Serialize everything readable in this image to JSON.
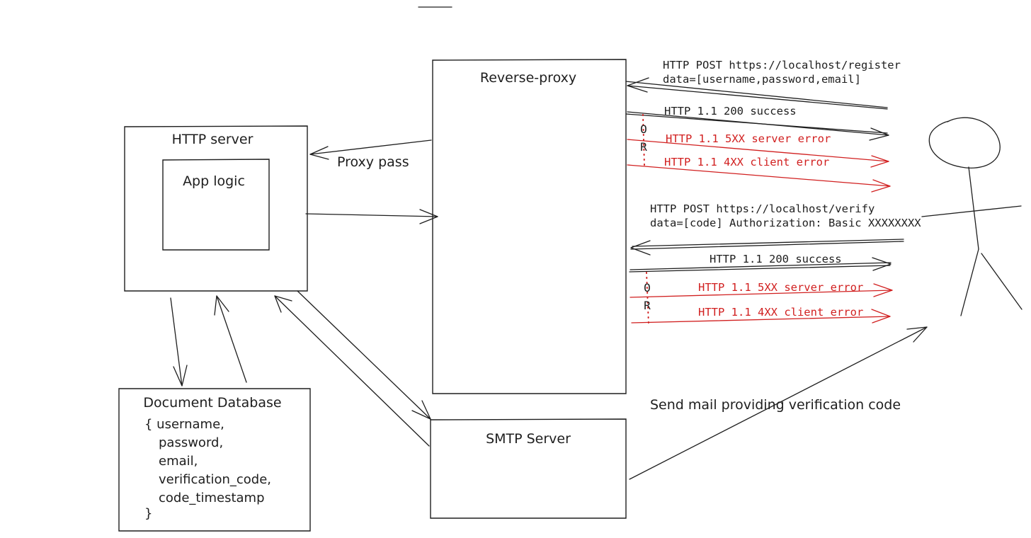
{
  "nodes": {
    "reverse_proxy": "Reverse-proxy",
    "http_server": "HTTP server",
    "app_logic": "App logic",
    "database": {
      "title": "Document Database",
      "fields": [
        "{ username,",
        "password,",
        "email,",
        "verification_code,",
        "code_timestamp",
        "}"
      ]
    },
    "smtp_server": "SMTP Server"
  },
  "edges": {
    "proxy_pass": "Proxy pass",
    "send_mail": "Send mail providing verification code"
  },
  "register": {
    "request_line1": "HTTP POST https://localhost/register",
    "request_line2": "data=[username,password,email]",
    "success": "HTTP 1.1 200  success",
    "server_error": "HTTP 1.1 5XX server error",
    "client_error": "HTTP 1.1 4XX client error"
  },
  "verify": {
    "request_line1": "HTTP POST https://localhost/verify",
    "request_line2": "data=[code] Authorization: Basic XXXXXXXX",
    "success": "HTTP 1.1 200  success",
    "server_error": "HTTP 1.1 5XX server error",
    "client_error": "HTTP 1.1 4XX client error"
  },
  "or_letters": [
    "O",
    "R"
  ],
  "colors": {
    "stroke": "#1e1e1e",
    "error": "#d11f1f",
    "background": "#ffffff"
  }
}
